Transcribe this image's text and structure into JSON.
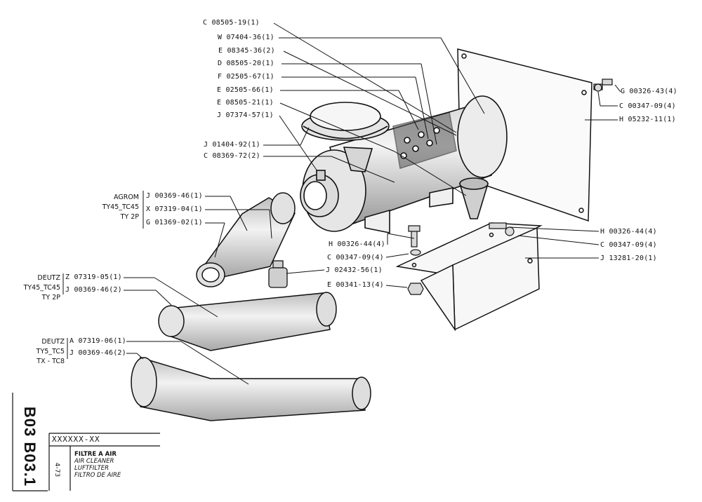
{
  "part_labels": [
    "C 08505-19(1)",
    "W 07404-36(1)",
    "E 08345-36(2)",
    "D 08505-20(1)",
    "F 02505-67(1)",
    "E 02505-66(1)",
    "E 08505-21(1)",
    "J 07374-57(1)",
    "J 01404-92(1)",
    "C 08369-72(2)",
    "G 00326-43(4)",
    "C 00347-09(4)",
    "H 05232-11(1)",
    "H 00326-44(4)",
    "C 00347-09(4)",
    "J 13281-20(1)",
    "H 00326-44(4)",
    "C 00347-09(4)",
    "J 02432-56(1)",
    "E 00341-13(4)"
  ],
  "groups": [
    {
      "names": [
        "AGROM",
        "TY45_TC45",
        "TY 2P"
      ],
      "parts": [
        "J 00369-46(1)",
        "X 07319-04(1)",
        "G 01369-02(1)"
      ]
    },
    {
      "names": [
        "DEUTZ",
        "TY45_TC45",
        "TY 2P"
      ],
      "parts": [
        "Z 07319-05(1)",
        "J 00369-46(2)"
      ]
    },
    {
      "names": [
        "DEUTZ",
        "TY5_TC5",
        "TX - TC8"
      ],
      "parts": [
        "A 07319-06(1)",
        "J 00369-46(2)"
      ]
    }
  ],
  "title_block": {
    "code": "XXXXXX-XX",
    "page_code": "B03 B03.1",
    "date": "4-73",
    "names": [
      "FILTRE A AIR",
      "AIR CLEANER",
      "LUFTFILTER",
      "FILTRO DE AIRE"
    ]
  }
}
